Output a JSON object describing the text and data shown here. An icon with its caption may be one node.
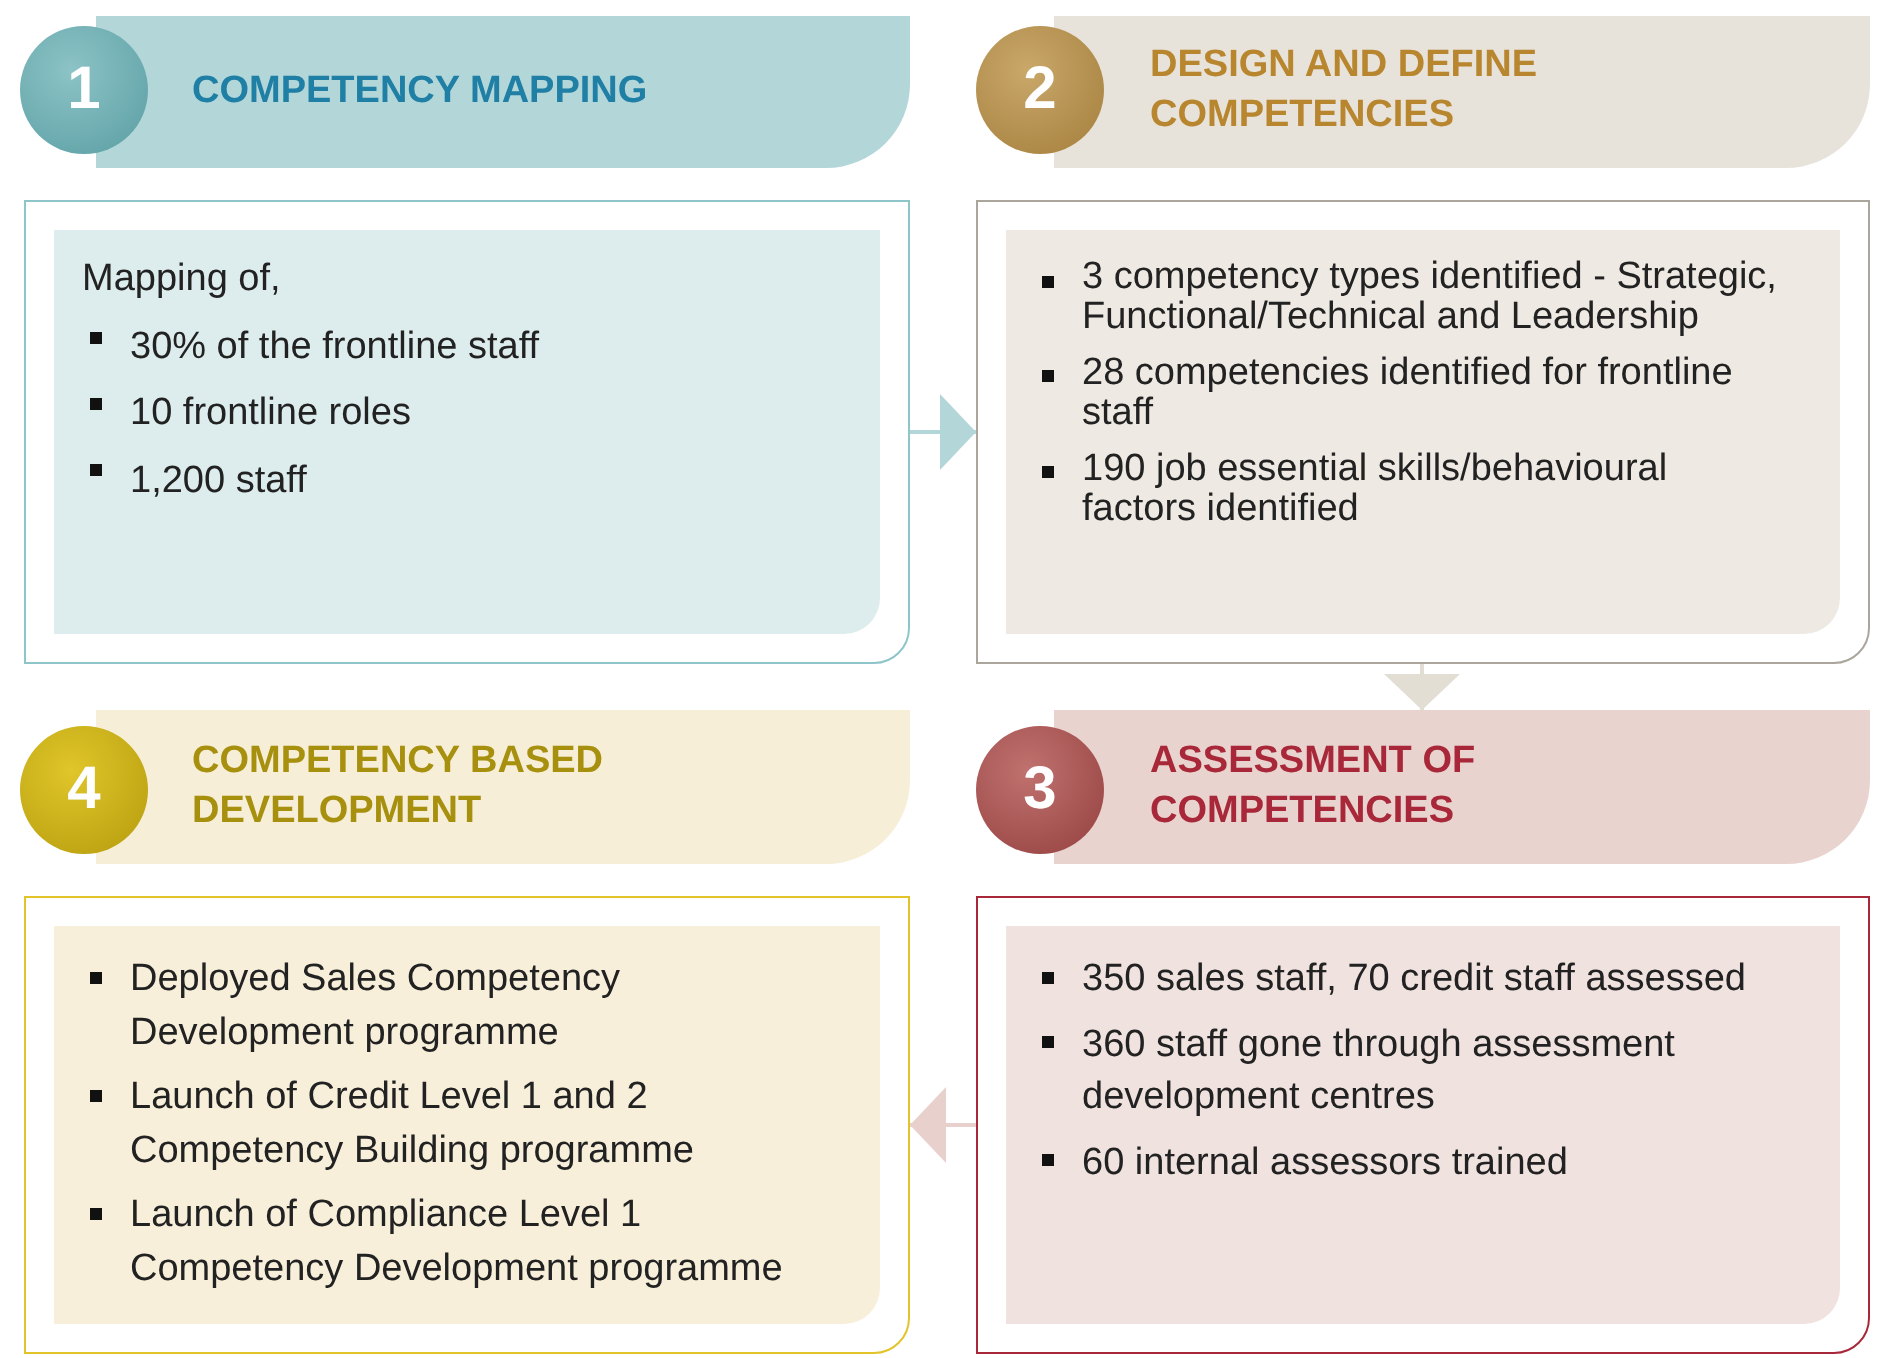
{
  "diagram": {
    "nodes": [
      {
        "text": [
          "1"
        ]
      },
      {
        "text": [
          "COMPETENCY MAPPING"
        ]
      },
      {
        "text": [
          "2"
        ]
      },
      {
        "text": [
          "DESIGN AND DEFINE COMPETENCIES"
        ]
      },
      {
        "text": [
          "Mapping of,",
          "30% of the frontline staff",
          "10 frontline roles",
          "1,200 staff"
        ]
      },
      {
        "text": [
          "3 competency types identified - Strategic, Functional/Technical and Leadership",
          "28 competencies identified for frontline staff",
          "190 job essential skills/behavioural factors identified"
        ]
      },
      {
        "text": [
          "4"
        ]
      },
      {
        "text": [
          "COMPETENCY BASED DEVELOPMENT"
        ]
      },
      {
        "text": [
          "3"
        ]
      },
      {
        "text": [
          "ASSESSMENT OF COMPETENCIES"
        ]
      },
      {
        "text": [
          "Deployed Sales Competency Development programme",
          "Launch of Credit Level 1 and 2 Competency Building programme",
          "Launch of Compliance Level 1 Competency Development programme"
        ]
      },
      {
        "text": [
          "350 sales staff, 70 credit staff assessed",
          "360 staff gone through assessment development centres",
          "60 internal assessors trained"
        ]
      }
    ],
    "edges": [
      {
        "from": 4,
        "to": 5,
        "arrow": "to",
        "color": "#b3d6d9"
      },
      {
        "from": 5,
        "to": 9,
        "arrow": "to",
        "color": "#e3ded4"
      },
      {
        "from": 11,
        "to": 10,
        "arrow": "to",
        "color": "#e8d0cd"
      }
    ]
  }
}
